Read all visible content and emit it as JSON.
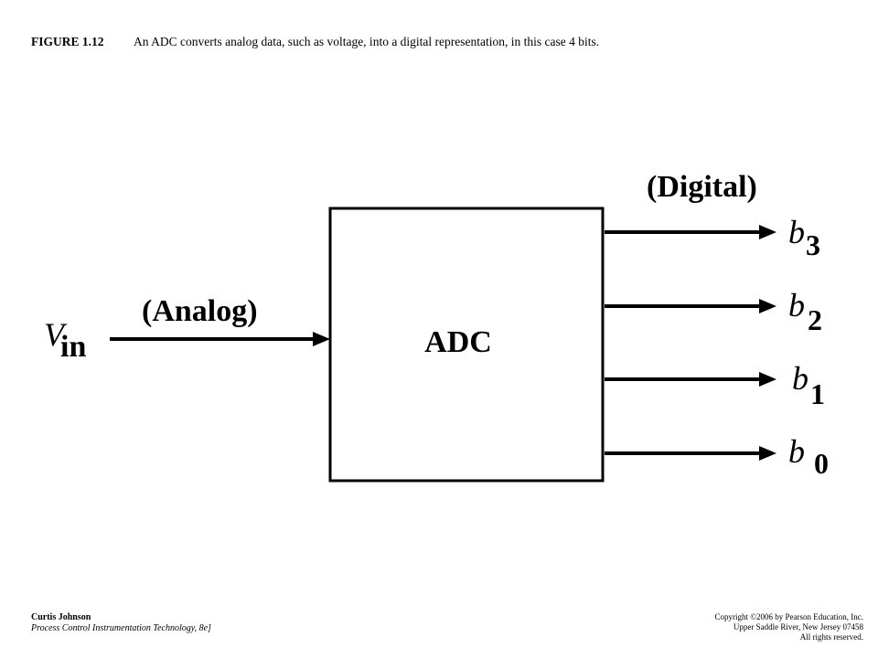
{
  "caption": {
    "figure_number": "FIGURE 1.12",
    "text": "An ADC converts analog data, such as voltage, into a digital representation, in this case 4 bits."
  },
  "diagram": {
    "block_label": "ADC",
    "input_label": "(Analog)",
    "input_symbol": "V",
    "input_subscript": "in",
    "output_label": "(Digital)",
    "outputs": [
      {
        "symbol": "b",
        "subscript": "3"
      },
      {
        "symbol": "b",
        "subscript": "2"
      },
      {
        "symbol": "b",
        "subscript": "1"
      },
      {
        "symbol": "b",
        "subscript": "0"
      }
    ]
  },
  "footer": {
    "author": "Curtis Johnson",
    "book": "Process Control Instrumentation Technology, 8e]",
    "copyright_line1": "Copyright ©2006 by Pearson Education, Inc.",
    "copyright_line2": "Upper Saddle River, New Jersey 07458",
    "copyright_line3": "All rights reserved."
  }
}
